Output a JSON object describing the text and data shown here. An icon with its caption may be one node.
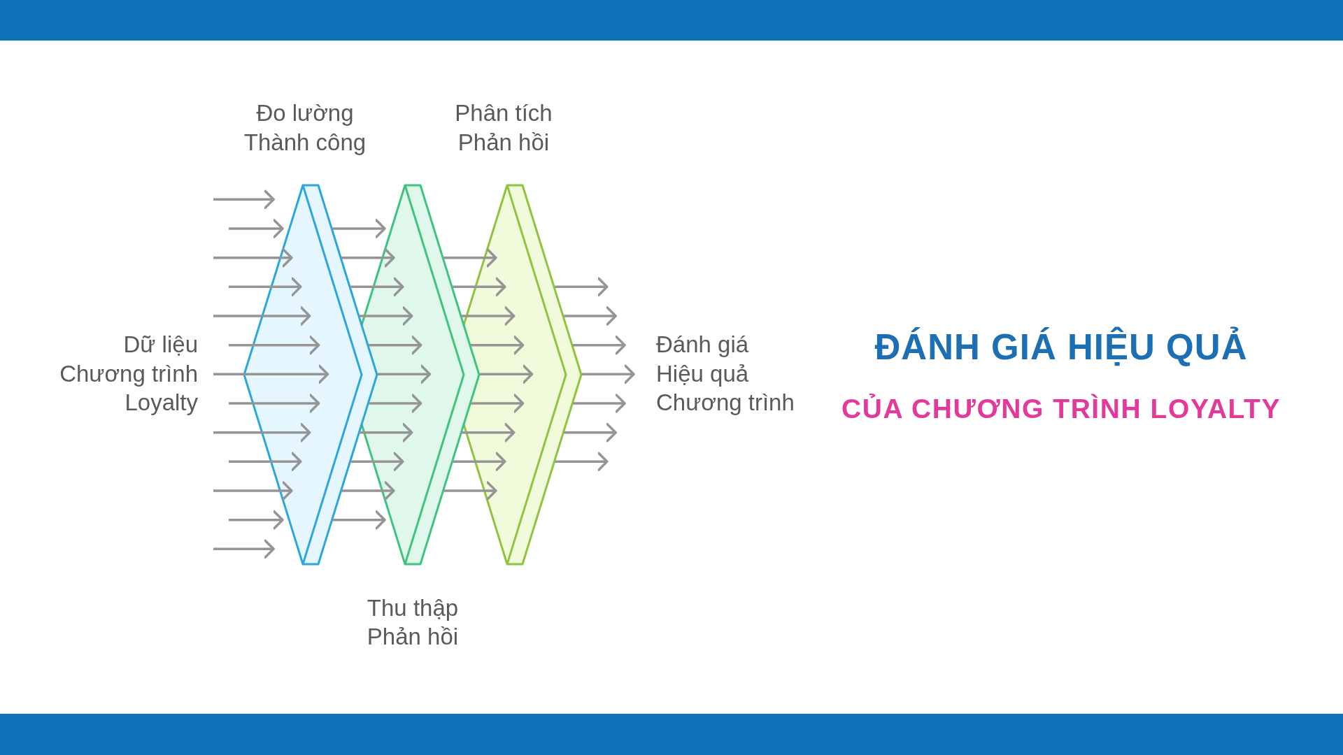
{
  "diagram": {
    "title": "ĐÁNH GIÁ HIỆU QUẢ",
    "nodes": [
      {
        "text": [
          "Dữ liệu Chương trình Loyalty"
        ]
      },
      {
        "text": [
          "Đo lường Thành công"
        ]
      },
      {
        "text": [
          "Thu thập Phản hồi"
        ]
      },
      {
        "text": [
          "Phân tích Phản hồi"
        ]
      },
      {
        "text": [
          "Đánh giá Hiệu quả Chương trình"
        ]
      }
    ],
    "edges": [
      {
        "from": null,
        "to": 1,
        "arrow": "to"
      },
      {
        "from": null,
        "to": 1,
        "arrow": "to"
      },
      {
        "from": null,
        "to": 1,
        "arrow": "to"
      },
      {
        "from": null,
        "to": 1,
        "arrow": "to"
      },
      {
        "from": 0,
        "to": 1,
        "arrow": "to"
      },
      {
        "from": null,
        "to": 1,
        "arrow": "to"
      },
      {
        "from": 0,
        "to": 1,
        "arrow": "to"
      },
      {
        "from": null,
        "to": 1,
        "arrow": "to"
      },
      {
        "from": 0,
        "to": 1,
        "arrow": "to"
      },
      {
        "from": null,
        "to": 1,
        "arrow": "to"
      },
      {
        "from": null,
        "to": 1,
        "arrow": "to"
      },
      {
        "from": null,
        "to": 1,
        "arrow": "to"
      },
      {
        "from": null,
        "to": 1,
        "arrow": "to"
      },
      {
        "from": 1,
        "to": 2,
        "arrow": "to"
      },
      {
        "from": 1,
        "to": 2,
        "arrow": "to"
      },
      {
        "from": 1,
        "to": 2,
        "arrow": "to"
      },
      {
        "from": 1,
        "to": 2,
        "arrow": "to"
      },
      {
        "from": 1,
        "to": 2,
        "arrow": "to"
      },
      {
        "from": 1,
        "to": 2,
        "arrow": "to"
      },
      {
        "from": 1,
        "to": 2,
        "arrow": "to"
      },
      {
        "from": 1,
        "to": 2,
        "arrow": "to"
      },
      {
        "from": 1,
        "to": 2,
        "arrow": "to"
      },
      {
        "from": 1,
        "to": 2,
        "arrow": "to"
      },
      {
        "from": 1,
        "to": 2,
        "arrow": "to"
      },
      {
        "from": 2,
        "to": 3,
        "arrow": "to"
      },
      {
        "from": 2,
        "to": 3,
        "arrow": "to"
      },
      {
        "from": 2,
        "to": 3,
        "arrow": "to"
      },
      {
        "from": 2,
        "to": 3,
        "arrow": "to"
      },
      {
        "from": 2,
        "to": 3,
        "arrow": "to"
      },
      {
        "from": 2,
        "to": 3,
        "arrow": "to"
      },
      {
        "from": 2,
        "to": 3,
        "arrow": "to"
      },
      {
        "from": 2,
        "to": 3,
        "arrow": "to"
      },
      {
        "from": 2,
        "to": 3,
        "arrow": "to"
      },
      {
        "from": 3,
        "to": null,
        "arrow": "to"
      },
      {
        "from": 3,
        "to": 4,
        "arrow": "to"
      },
      {
        "from": 3,
        "to": 4,
        "arrow": "to"
      },
      {
        "from": 3,
        "to": 4,
        "arrow": "to"
      },
      {
        "from": 3,
        "to": 4,
        "arrow": "to"
      },
      {
        "from": 3,
        "to": 4,
        "arrow": "to"
      },
      {
        "from": 3,
        "to": null,
        "arrow": "to"
      }
    ],
    "labels": [
      "CỦA CHƯƠNG TRÌNH LOYALTY"
    ]
  }
}
